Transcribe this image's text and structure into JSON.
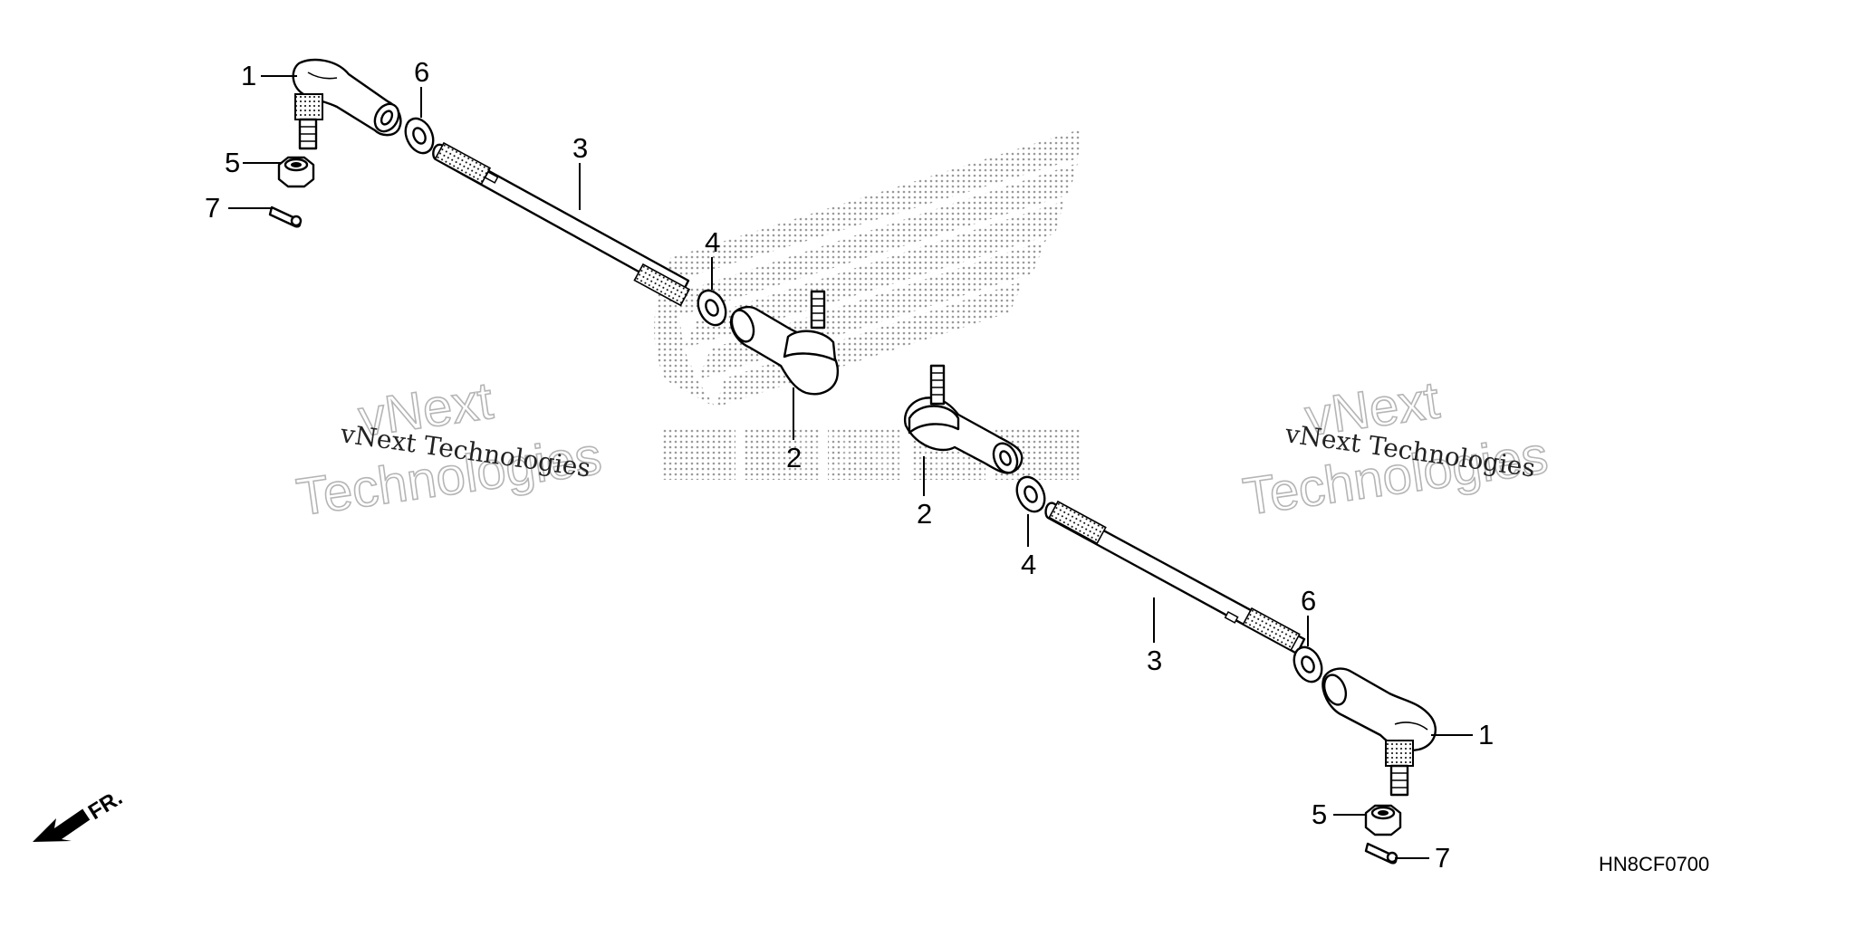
{
  "diagram": {
    "labels": {
      "l_tie_rod_end_1": "1",
      "l_tie_rod_end_2": "2",
      "l_tie_rod_3": "3",
      "l_lock_nut_4": "4",
      "l_castle_nut_5": "5",
      "l_lock_nut_6": "6",
      "l_cotter_pin_7": "7",
      "r_tie_rod_end_1": "1",
      "r_tie_rod_end_2": "2",
      "r_tie_rod_3": "3",
      "r_lock_nut_4": "4",
      "r_castle_nut_5": "5",
      "r_lock_nut_6": "6",
      "r_cotter_pin_7": "7"
    },
    "front_indicator": "FR.",
    "diagram_code": "HN8CF0700",
    "watermarks": {
      "left_small": "vNext Technologies",
      "left_big_line1": "vNext",
      "left_big_line2": "Technologies",
      "right_small": "vNext Technologies",
      "right_big_line1": "vNext",
      "right_big_line2": "Technologies"
    },
    "background_logo": "HONDA"
  },
  "colors": {
    "line": "#000000",
    "background": "#ffffff",
    "watermark_outline": "#b5b5b5",
    "dots": "#9a9a9a"
  }
}
